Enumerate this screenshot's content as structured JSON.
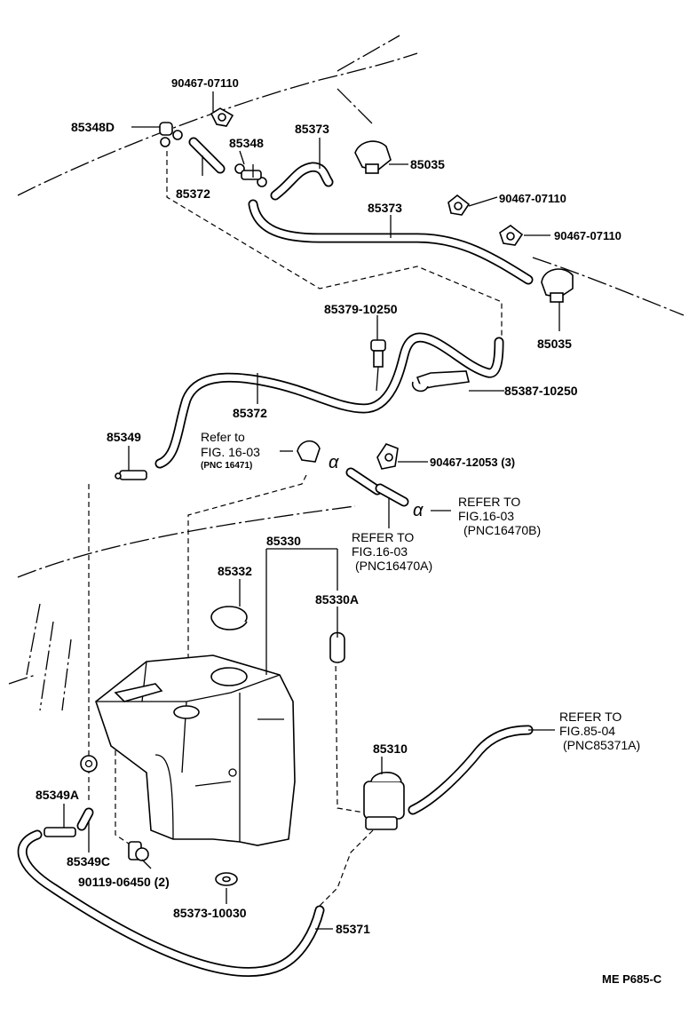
{
  "labels": {
    "p_90467_07110_top": "90467-07110",
    "p_85348d": "85348D",
    "p_85348": "85348",
    "p_85373_a": "85373",
    "p_85035_a": "85035",
    "p_85372_a": "85372",
    "p_90467_07110_mid": "90467-07110",
    "p_85373_b": "85373",
    "p_90467_07110_right": "90467-07110",
    "p_85379": "85379-10250",
    "p_85035_b": "85035",
    "p_85387": "85387-10250",
    "p_85372_b": "85372",
    "p_85349": "85349",
    "p_90467_12053": "90467-12053 (3)",
    "p_85330": "85330",
    "p_85332": "85332",
    "p_85330a": "85330A",
    "p_85310": "85310",
    "p_85349a": "85349A",
    "p_85349c": "85349C",
    "p_90119": "90119-06450 (2)",
    "p_85373_10030": "85373-10030",
    "p_85371": "85371",
    "code": "ME P685-C"
  },
  "refs": {
    "r1_line1": "Refer to",
    "r1_line2": "FIG. 16-03",
    "r1_line3": "(PNC 16471)",
    "r2_line1": "REFER TO",
    "r2_line2": "FIG.16-03",
    "r2_line3": "(PNC16470B)",
    "r3_line1": "REFER TO",
    "r3_line2": "FIG.16-03",
    "r3_line3": "(PNC16470A)",
    "r4_line1": "REFER TO",
    "r4_line2": "FIG.85-04",
    "r4_line3": "(PNC85371A)"
  },
  "symbols": {
    "alpha": "α"
  }
}
